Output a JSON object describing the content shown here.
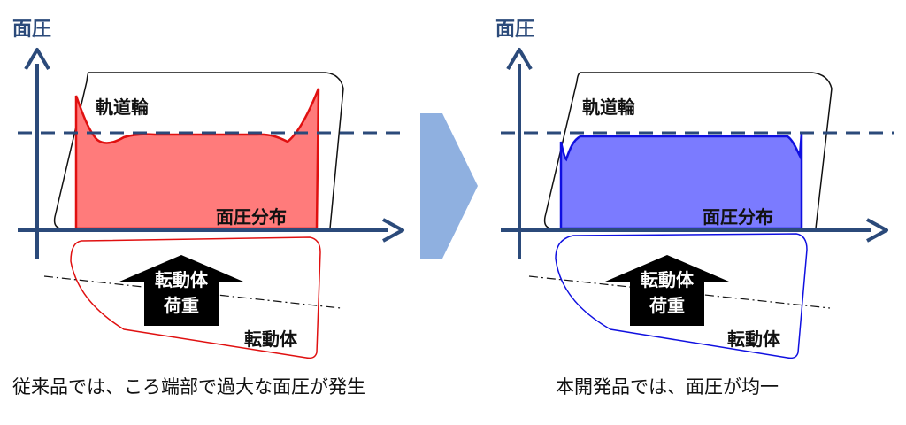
{
  "left_panel": {
    "axis_title": "面圧",
    "raceway_label": "軌道輪",
    "distribution_label": "面圧分布",
    "load_label_line1": "転動体",
    "load_label_line2": "荷重",
    "roller_label": "転動体",
    "caption": "従来品では、ころ端部で過大な面圧が発生",
    "fill_color": "#ff7b7b",
    "stroke_color": "#e01010"
  },
  "right_panel": {
    "axis_title": "面圧",
    "raceway_label": "軌道輪",
    "distribution_label": "面圧分布",
    "load_label_line1": "転動体",
    "load_label_line2": "荷重",
    "roller_label": "転動体",
    "caption": "本開発品では、面圧が均一",
    "fill_color": "#7b7bff",
    "stroke_color": "#1010e0"
  },
  "colors": {
    "axis": "#2b4a7a",
    "transition_arrow": "#8fb0e0"
  }
}
